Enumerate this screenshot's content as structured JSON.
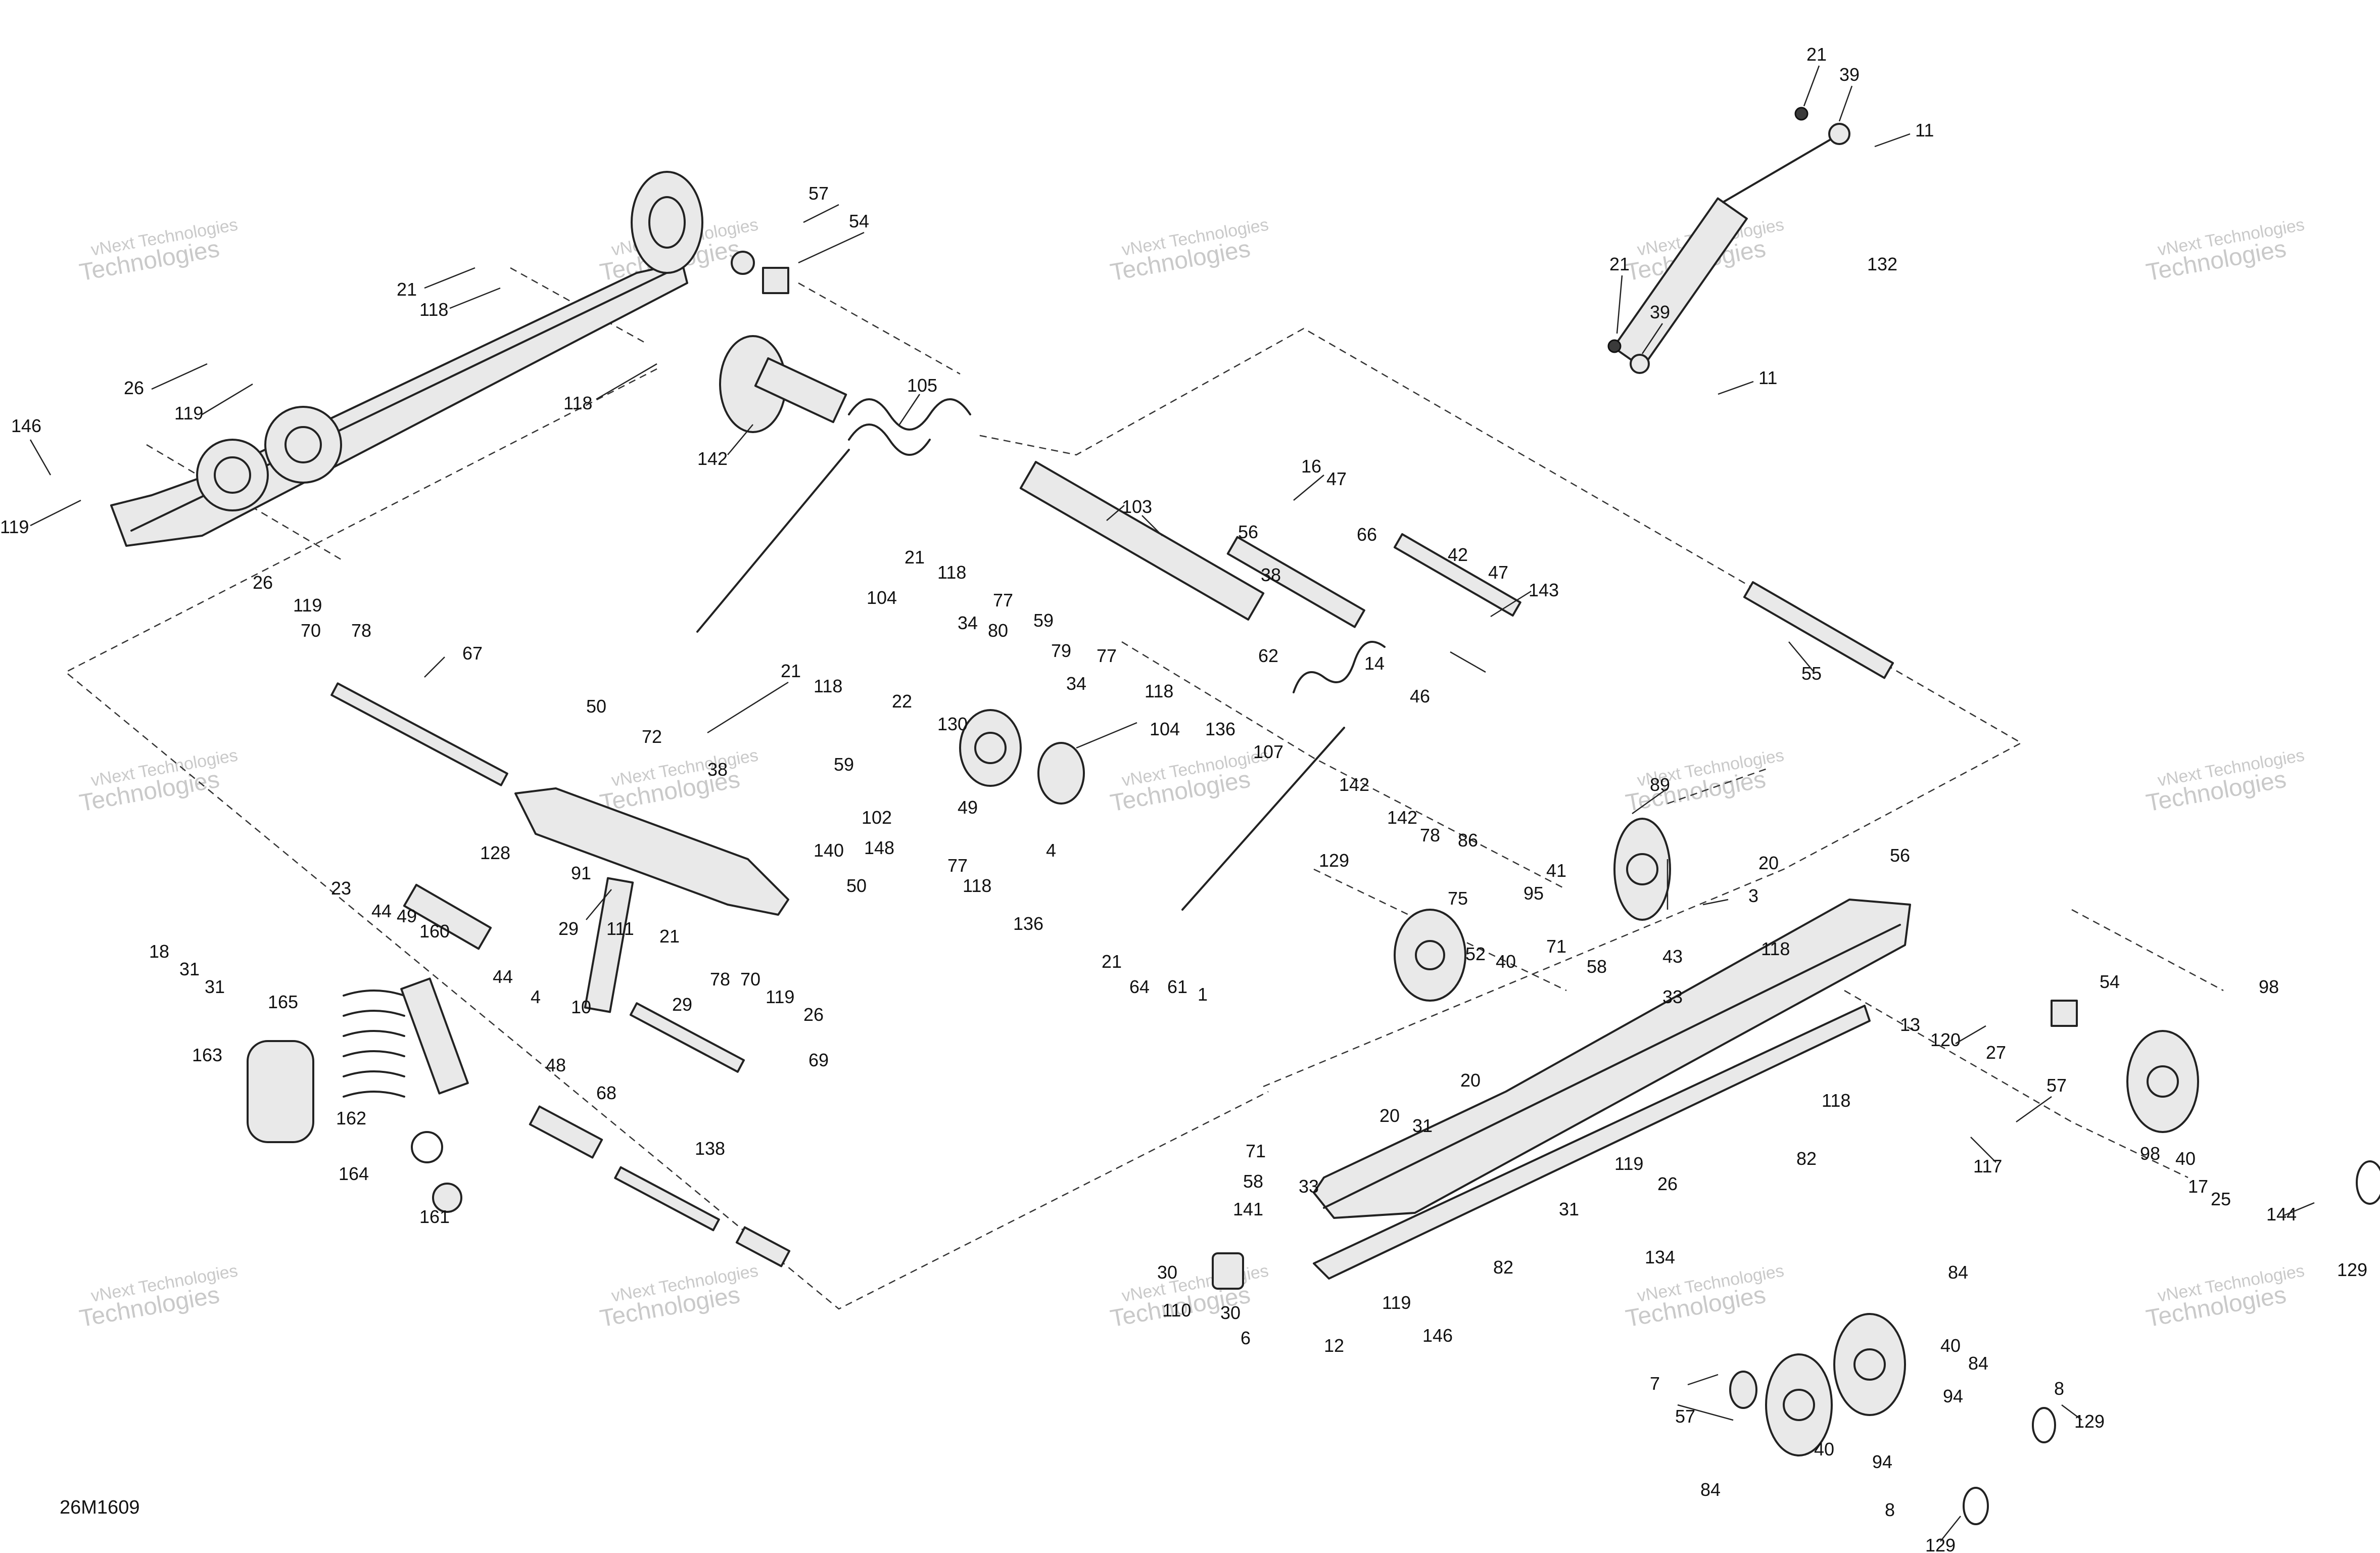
{
  "diagram_code": "26M1609",
  "watermark": {
    "line1": "vNext Technologies",
    "line2": "Technologies"
  },
  "callouts": [
    {
      "id": "c1",
      "text": "21"
    },
    {
      "id": "c2",
      "text": "39"
    },
    {
      "id": "c3",
      "text": "11"
    },
    {
      "id": "c4",
      "text": "132"
    },
    {
      "id": "c5",
      "text": "21"
    },
    {
      "id": "c6",
      "text": "39"
    },
    {
      "id": "c7",
      "text": "11"
    },
    {
      "id": "c8",
      "text": "57"
    },
    {
      "id": "c9",
      "text": "54"
    },
    {
      "id": "c10",
      "text": "21"
    },
    {
      "id": "c11",
      "text": "118"
    },
    {
      "id": "c12",
      "text": "26"
    },
    {
      "id": "c13",
      "text": "119"
    },
    {
      "id": "c14",
      "text": "118"
    },
    {
      "id": "c15",
      "text": "146"
    },
    {
      "id": "c16",
      "text": "119"
    },
    {
      "id": "c17",
      "text": "105"
    },
    {
      "id": "c18",
      "text": "142"
    },
    {
      "id": "c19",
      "text": "103"
    },
    {
      "id": "c20",
      "text": "16"
    },
    {
      "id": "c21",
      "text": "47"
    },
    {
      "id": "c22",
      "text": "56"
    },
    {
      "id": "c23",
      "text": "66"
    },
    {
      "id": "c24",
      "text": "38"
    },
    {
      "id": "c25",
      "text": "42"
    },
    {
      "id": "c26",
      "text": "47"
    },
    {
      "id": "c27",
      "text": "143"
    },
    {
      "id": "c28",
      "text": "21"
    },
    {
      "id": "c29",
      "text": "118"
    },
    {
      "id": "c30",
      "text": "104"
    },
    {
      "id": "c31",
      "text": "77"
    },
    {
      "id": "c32",
      "text": "59"
    },
    {
      "id": "c33",
      "text": "34"
    },
    {
      "id": "c34",
      "text": "80"
    },
    {
      "id": "c35",
      "text": "62"
    },
    {
      "id": "c36",
      "text": "14"
    },
    {
      "id": "c37",
      "text": "46"
    },
    {
      "id": "c38",
      "text": "55"
    },
    {
      "id": "c39",
      "text": "26"
    },
    {
      "id": "c40",
      "text": "119"
    },
    {
      "id": "c41",
      "text": "70"
    },
    {
      "id": "c42",
      "text": "78"
    },
    {
      "id": "c43",
      "text": "67"
    },
    {
      "id": "c44",
      "text": "21"
    },
    {
      "id": "c45",
      "text": "118"
    },
    {
      "id": "c46",
      "text": "79"
    },
    {
      "id": "c47",
      "text": "77"
    },
    {
      "id": "c48",
      "text": "34"
    },
    {
      "id": "c49",
      "text": "118"
    },
    {
      "id": "c50",
      "text": "22"
    },
    {
      "id": "c51",
      "text": "104"
    },
    {
      "id": "c52",
      "text": "136"
    },
    {
      "id": "c53",
      "text": "107"
    },
    {
      "id": "c54",
      "text": "142"
    },
    {
      "id": "c55",
      "text": "50"
    },
    {
      "id": "c56",
      "text": "72"
    },
    {
      "id": "c57",
      "text": "38"
    },
    {
      "id": "c58",
      "text": "59"
    },
    {
      "id": "c59",
      "text": "130"
    },
    {
      "id": "c60",
      "text": "102"
    },
    {
      "id": "c61",
      "text": "49"
    },
    {
      "id": "c62",
      "text": "4"
    },
    {
      "id": "c63",
      "text": "148"
    },
    {
      "id": "c64",
      "text": "140"
    },
    {
      "id": "c65",
      "text": "77"
    },
    {
      "id": "c66",
      "text": "118"
    },
    {
      "id": "c67",
      "text": "136"
    },
    {
      "id": "c68",
      "text": "50"
    },
    {
      "id": "c69",
      "text": "91"
    },
    {
      "id": "c70",
      "text": "142"
    },
    {
      "id": "c71",
      "text": "78"
    },
    {
      "id": "c72",
      "text": "86"
    },
    {
      "id": "c73",
      "text": "89"
    },
    {
      "id": "c74",
      "text": "41"
    },
    {
      "id": "c75",
      "text": "95"
    },
    {
      "id": "c76",
      "text": "3"
    },
    {
      "id": "c77",
      "text": "43"
    },
    {
      "id": "c78",
      "text": "129"
    },
    {
      "id": "c79",
      "text": "75"
    },
    {
      "id": "c80",
      "text": "52"
    },
    {
      "id": "c81",
      "text": "40"
    },
    {
      "id": "c82",
      "text": "128"
    },
    {
      "id": "c83",
      "text": "23"
    },
    {
      "id": "c84",
      "text": "44"
    },
    {
      "id": "c85",
      "text": "49"
    },
    {
      "id": "c86",
      "text": "160"
    },
    {
      "id": "c87",
      "text": "111"
    },
    {
      "id": "c88",
      "text": "29"
    },
    {
      "id": "c89",
      "text": "21"
    },
    {
      "id": "c90",
      "text": "18"
    },
    {
      "id": "c91",
      "text": "31"
    },
    {
      "id": "c92",
      "text": "31"
    },
    {
      "id": "c93",
      "text": "165"
    },
    {
      "id": "c94",
      "text": "44"
    },
    {
      "id": "c95",
      "text": "4"
    },
    {
      "id": "c96",
      "text": "10"
    },
    {
      "id": "c97",
      "text": "29"
    },
    {
      "id": "c98",
      "text": "78"
    },
    {
      "id": "c99",
      "text": "70"
    },
    {
      "id": "c100",
      "text": "119"
    },
    {
      "id": "c101",
      "text": "26"
    },
    {
      "id": "c102",
      "text": "21"
    },
    {
      "id": "c103",
      "text": "64"
    },
    {
      "id": "c104",
      "text": "61"
    },
    {
      "id": "c105",
      "text": "1"
    },
    {
      "id": "c106",
      "text": "71"
    },
    {
      "id": "c107",
      "text": "58"
    },
    {
      "id": "c108",
      "text": "33"
    },
    {
      "id": "c109",
      "text": "118"
    },
    {
      "id": "c110",
      "text": "20"
    },
    {
      "id": "c111",
      "text": "56"
    },
    {
      "id": "c112",
      "text": "163"
    },
    {
      "id": "c113",
      "text": "162"
    },
    {
      "id": "c114",
      "text": "48"
    },
    {
      "id": "c115",
      "text": "69"
    },
    {
      "id": "c116",
      "text": "68"
    },
    {
      "id": "c117",
      "text": "164"
    },
    {
      "id": "c118",
      "text": "138"
    },
    {
      "id": "c119",
      "text": "161"
    },
    {
      "id": "c120",
      "text": "13"
    },
    {
      "id": "c121",
      "text": "120"
    },
    {
      "id": "c122",
      "text": "27"
    },
    {
      "id": "c123",
      "text": "54"
    },
    {
      "id": "c124",
      "text": "98"
    },
    {
      "id": "c125",
      "text": "57"
    },
    {
      "id": "c126",
      "text": "118"
    },
    {
      "id": "c127",
      "text": "82"
    },
    {
      "id": "c128",
      "text": "117"
    },
    {
      "id": "c129",
      "text": "98"
    },
    {
      "id": "c130",
      "text": "40"
    },
    {
      "id": "c131",
      "text": "17"
    },
    {
      "id": "c132",
      "text": "25"
    },
    {
      "id": "c133",
      "text": "144"
    },
    {
      "id": "c134",
      "text": "20"
    },
    {
      "id": "c135",
      "text": "20"
    },
    {
      "id": "c136",
      "text": "31"
    },
    {
      "id": "c137",
      "text": "71"
    },
    {
      "id": "c138",
      "text": "58"
    },
    {
      "id": "c139",
      "text": "33"
    },
    {
      "id": "c140",
      "text": "119"
    },
    {
      "id": "c141",
      "text": "26"
    },
    {
      "id": "c142",
      "text": "141"
    },
    {
      "id": "c143",
      "text": "31"
    },
    {
      "id": "c144",
      "text": "82"
    },
    {
      "id": "c145",
      "text": "134"
    },
    {
      "id": "c146",
      "text": "30"
    },
    {
      "id": "c147",
      "text": "110"
    },
    {
      "id": "c148",
      "text": "30"
    },
    {
      "id": "c149",
      "text": "6"
    },
    {
      "id": "c150",
      "text": "12"
    },
    {
      "id": "c151",
      "text": "119"
    },
    {
      "id": "c152",
      "text": "146"
    },
    {
      "id": "c153",
      "text": "84"
    },
    {
      "id": "c154",
      "text": "129"
    },
    {
      "id": "c155",
      "text": "7"
    },
    {
      "id": "c156",
      "text": "40"
    },
    {
      "id": "c157",
      "text": "84"
    },
    {
      "id": "c158",
      "text": "57"
    },
    {
      "id": "c159",
      "text": "94"
    },
    {
      "id": "c160",
      "text": "8"
    },
    {
      "id": "c161",
      "text": "129"
    },
    {
      "id": "c162",
      "text": "40"
    },
    {
      "id": "c163",
      "text": "94"
    },
    {
      "id": "c164",
      "text": "84"
    },
    {
      "id": "c165",
      "text": "8"
    },
    {
      "id": "c166",
      "text": "129"
    }
  ]
}
